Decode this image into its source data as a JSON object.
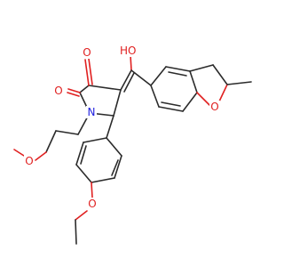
{
  "molecule": {
    "atom_labels": {
      "hydroxyl": "HO",
      "ketone_top": "O",
      "ketone_left": "O",
      "ring_nitrogen": "N",
      "methoxy_oxygen": "O",
      "furan_oxygen": "O",
      "ethoxy_oxygen": "O"
    },
    "colors": {
      "bond": "#2b2b2b",
      "oxygen": "#e02020",
      "nitrogen": "#2020e0",
      "background": "#ffffff"
    }
  }
}
